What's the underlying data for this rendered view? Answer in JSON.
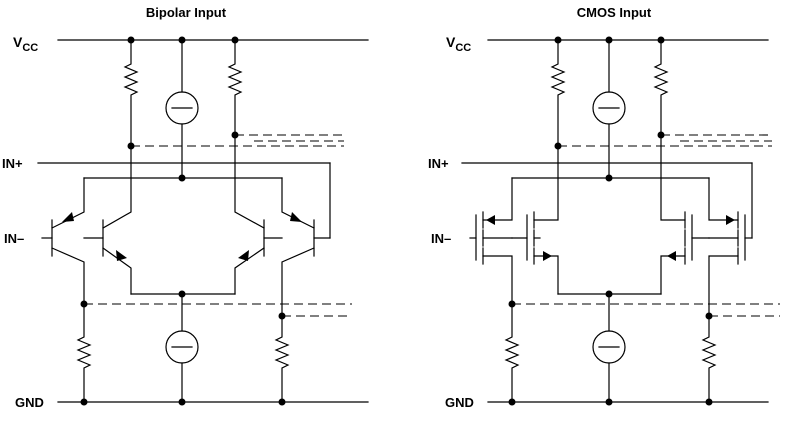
{
  "panels": [
    {
      "title": "Bipolar Input",
      "labels": {
        "vcc_main": "V",
        "vcc_sub": "CC",
        "in_plus": "IN+",
        "in_minus": "IN–",
        "gnd": "GND"
      }
    },
    {
      "title": "CMOS Input",
      "labels": {
        "vcc_main": "V",
        "vcc_sub": "CC",
        "in_plus": "IN+",
        "in_minus": "IN–",
        "gnd": "GND"
      }
    }
  ]
}
